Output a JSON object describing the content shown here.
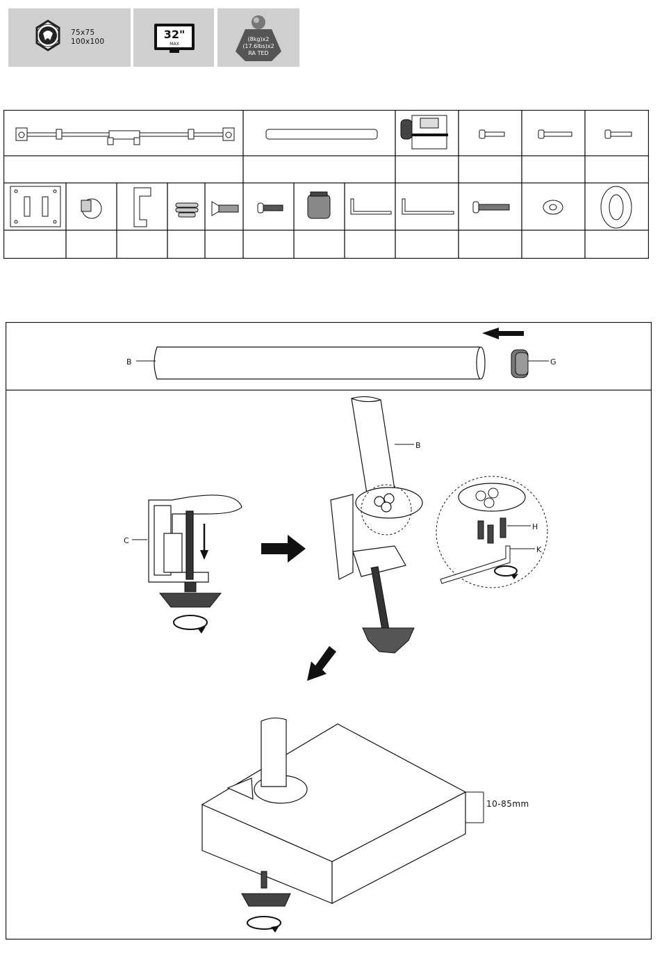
{
  "badges": {
    "vesa": {
      "line1": "75x75",
      "line2": "100x100"
    },
    "screen": {
      "size": "32\"",
      "sub": "MAX"
    },
    "weight": {
      "line1": "(8kg)x2",
      "line2": "(17.6lbs)x2",
      "line3": "RA TED"
    }
  },
  "labels": {
    "tube": "B",
    "cap": "G",
    "tube_2": "B",
    "clamp": "C",
    "screws": "H",
    "key": "K",
    "desk_thickness": "10-85mm"
  }
}
